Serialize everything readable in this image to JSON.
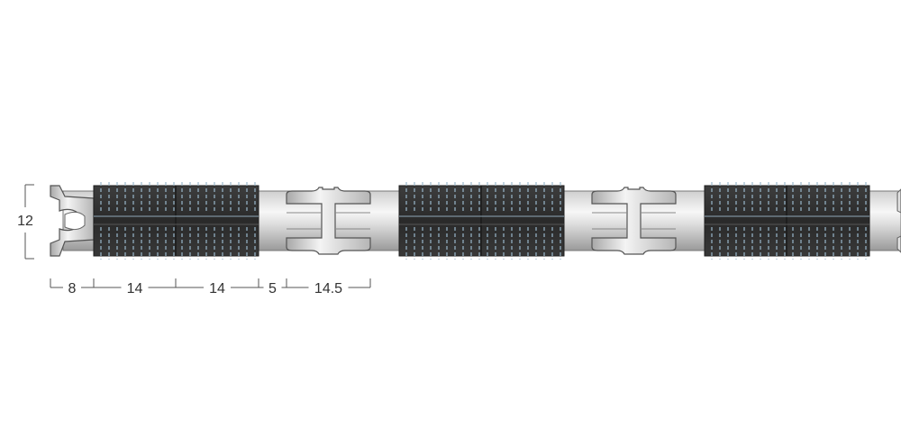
{
  "colors": {
    "background": "#ffffff",
    "rubber_dark": "#2b2b2b",
    "rubber_mid": "#3a3a3a",
    "brush_blue": "#9ab8cc",
    "aluminum_light": "#f2f2f2",
    "aluminum_mid": "#c8c8c8",
    "aluminum_dark": "#8f8f8f",
    "dimension_line": "#555555",
    "text": "#333333"
  },
  "dimensions": {
    "height_label": "12",
    "width_labels": [
      "8",
      "14",
      "14",
      "5",
      "14.5"
    ]
  }
}
